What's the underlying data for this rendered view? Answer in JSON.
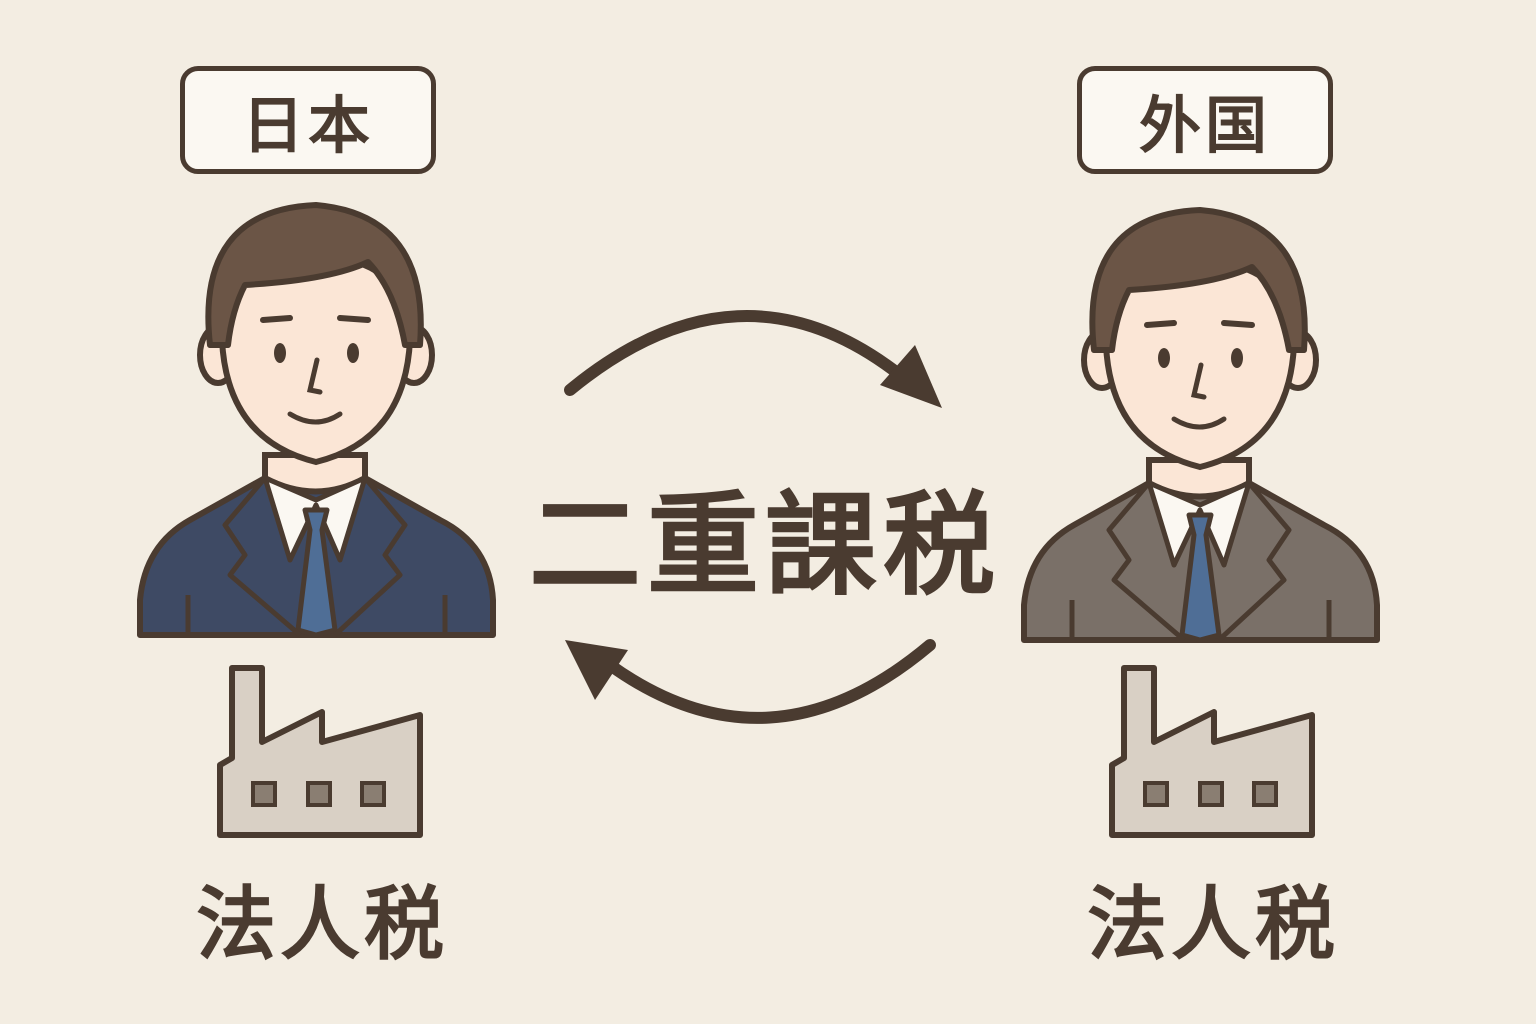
{
  "left": {
    "country": "日本",
    "tax": "法人税",
    "suit_color": "#3e4a64"
  },
  "right": {
    "country": "外国",
    "tax": "法人税",
    "suit_color": "#7a7068"
  },
  "center_label": "二重課税",
  "colors": {
    "background": "#f3ede2",
    "outline": "#4a3b30",
    "skin": "#fbe6d6",
    "hair": "#6b5546",
    "tie": "#4f6e96",
    "factory": "#d9d0c5"
  }
}
